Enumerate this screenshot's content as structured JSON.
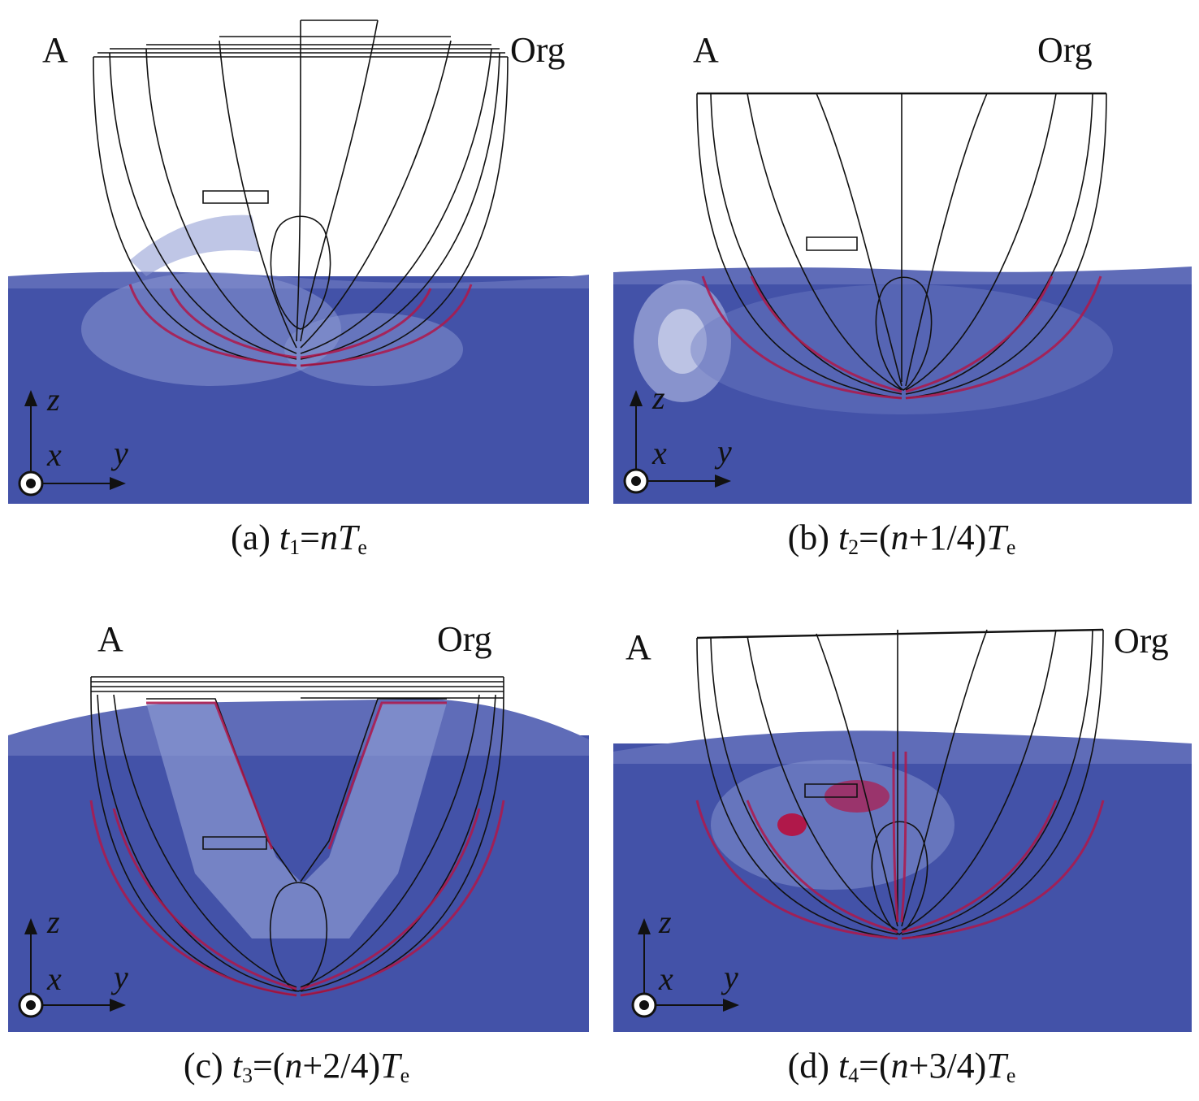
{
  "panels": [
    {
      "id": "a",
      "label_left": "A",
      "label_right": "Org",
      "caption": {
        "prefix": "(a) ",
        "t": "t",
        "sub": "1",
        "eq": "=",
        "n": "n",
        "rest": "",
        "T": "T",
        "tsub": "e"
      }
    },
    {
      "id": "b",
      "label_left": "A",
      "label_right": "Org",
      "caption": {
        "prefix": "(b) ",
        "t": "t",
        "sub": "2",
        "eq": "=(",
        "n": "n",
        "rest": "+1/4)",
        "T": "T",
        "tsub": "e"
      }
    },
    {
      "id": "c",
      "label_left": "A",
      "label_right": "Org",
      "caption": {
        "prefix": "(c) ",
        "t": "t",
        "sub": "3",
        "eq": "=(",
        "n": "n",
        "rest": "+2/4)",
        "T": "T",
        "tsub": "e"
      }
    },
    {
      "id": "d",
      "label_left": "A",
      "label_right": "Org",
      "caption": {
        "prefix": "(d) ",
        "t": "t",
        "sub": "4",
        "eq": "=(",
        "n": "n",
        "rest": "+3/4)",
        "T": "T",
        "tsub": "e"
      }
    }
  ],
  "axes": {
    "z": "z",
    "x": "x",
    "y": "y"
  },
  "colors": {
    "water": "#4352a8",
    "water_light": "#8a98d2",
    "interface": "#b0184a",
    "hull": "#111111"
  }
}
